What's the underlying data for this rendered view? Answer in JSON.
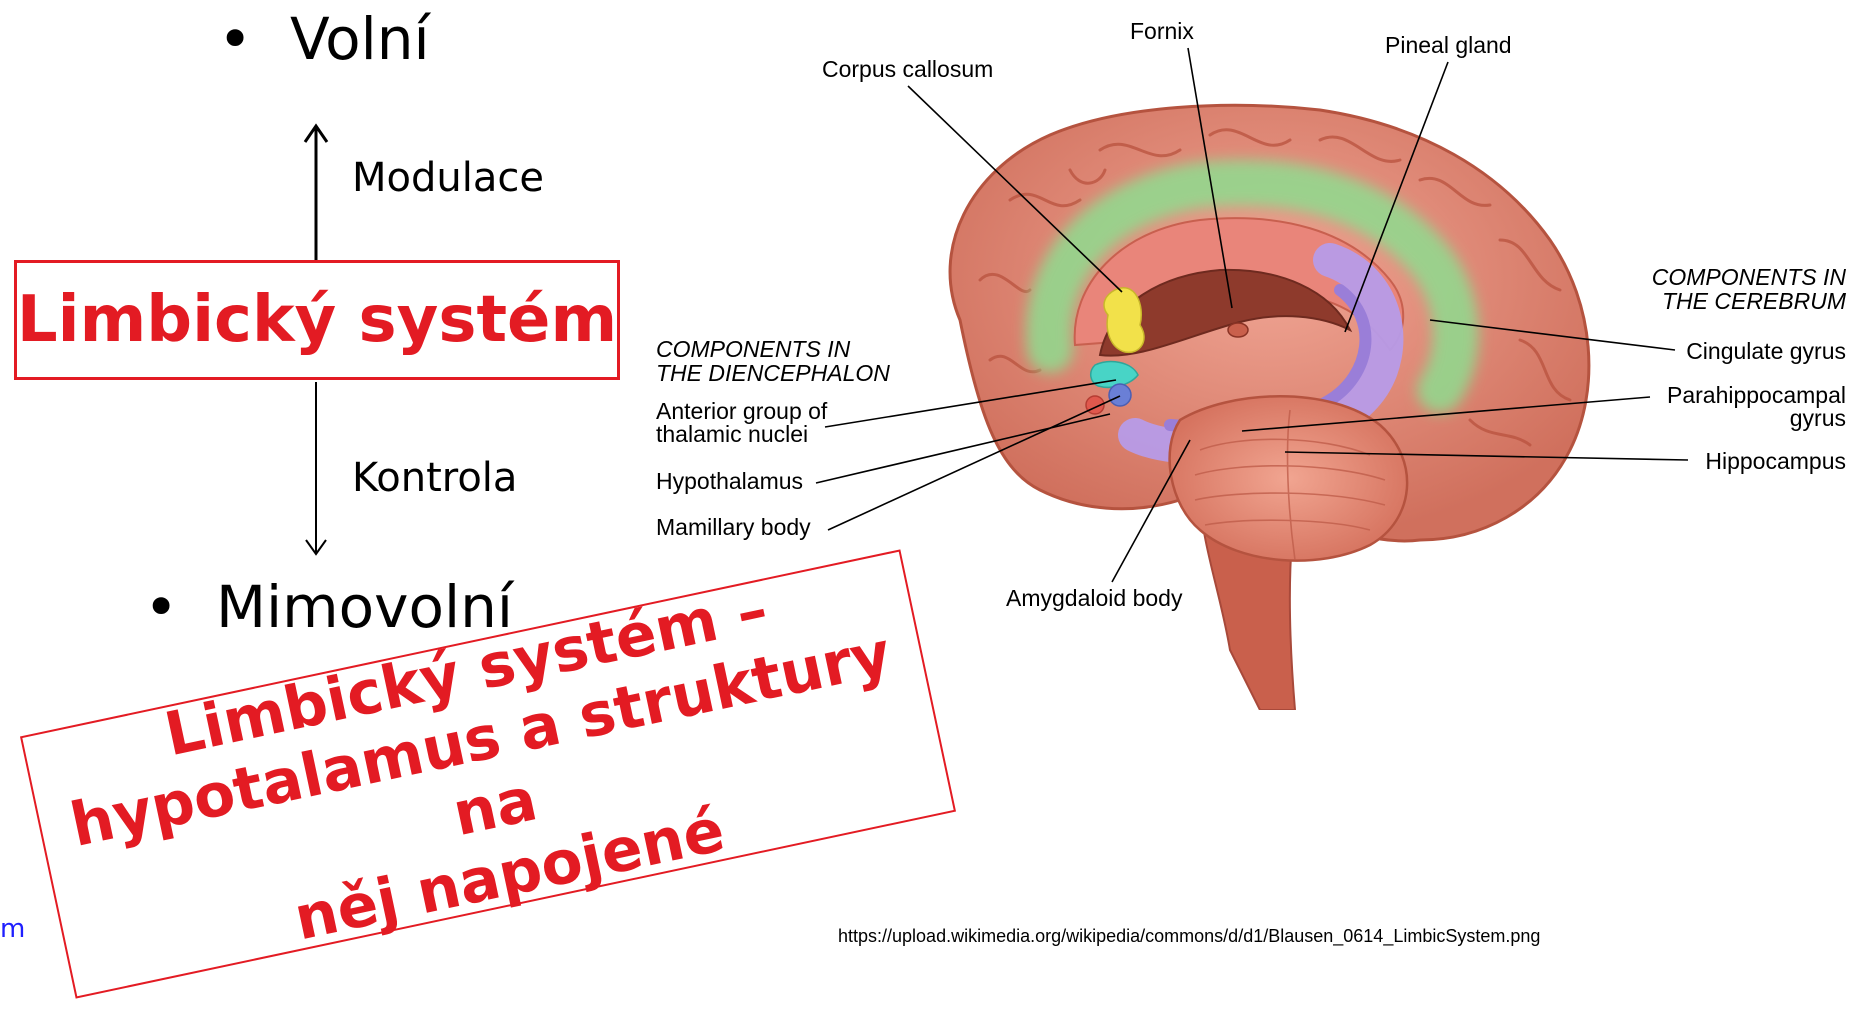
{
  "left": {
    "bullet_top": "Volní",
    "arrow_up_label": "Modulace",
    "central_box": "Limbický systém",
    "arrow_down_label": "Kontrola",
    "bullet_bottom": "Mimovolní",
    "edge_fragment": "m",
    "rotated_box_lines": [
      "Limbický systém  –",
      "hypotalamus a struktury na",
      "něj napojené"
    ]
  },
  "diagram": {
    "labels": {
      "fornix": "Fornix",
      "pineal_gland": "Pineal gland",
      "corpus_callosum": "Corpus callosum",
      "diencephalon_heading_1": "COMPONENTS IN",
      "diencephalon_heading_2": "THE DIENCEPHALON",
      "anterior_group_1": "Anterior group of",
      "anterior_group_2": "thalamic nuclei",
      "hypothalamus": "Hypothalamus",
      "mamillary_body": "Mamillary body",
      "amygdaloid_body": "Amygdaloid body",
      "cerebrum_heading_1": "COMPONENTS IN",
      "cerebrum_heading_2": "THE CEREBRUM",
      "cingulate_gyrus": "Cingulate gyrus",
      "parahippocampal_1": "Parahippocampal",
      "parahippocampal_2": "gyrus",
      "hippocampus": "Hippocampus"
    },
    "colors": {
      "cortex": "#e07f6e",
      "cortex_dark": "#b5533f",
      "cingulate": "#8fdc8f",
      "parahippocampal": "#b79be8",
      "thalamic_nuclei": "#f2e14a",
      "hypothalamus": "#48d4c6",
      "mamillary": "#6a7fd6",
      "accent_red": "#e31b23"
    }
  },
  "source_url": "https://upload.wikimedia.org/wikipedia/commons/d/d1/Blausen_0614_LimbicSystem.png"
}
